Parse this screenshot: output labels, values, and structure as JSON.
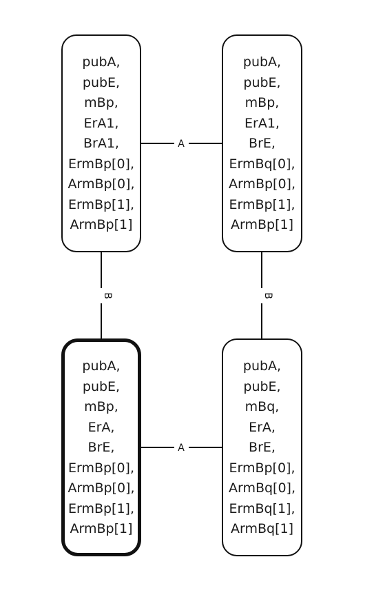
{
  "nodes": [
    {
      "id": "n1",
      "selected": false,
      "lines": [
        "pubA,",
        "pubE,",
        "mBp,",
        "ErA1,",
        "BrA1,",
        "ErmBp[0],",
        "ArmBp[0],",
        "ErmBp[1],",
        "ArmBp[1]"
      ]
    },
    {
      "id": "n2",
      "selected": false,
      "lines": [
        "pubA,",
        "pubE,",
        "mBp,",
        "ErA1,",
        "BrE,",
        "ErmBq[0],",
        "ArmBp[0],",
        "ErmBp[1],",
        "ArmBp[1]"
      ]
    },
    {
      "id": "n3",
      "selected": true,
      "lines": [
        "pubA,",
        "pubE,",
        "mBp,",
        "ErA,",
        "BrE,",
        "ErmBp[0],",
        "ArmBp[0],",
        "ErmBp[1],",
        "ArmBp[1]"
      ]
    },
    {
      "id": "n4",
      "selected": false,
      "lines": [
        "pubA,",
        "pubE,",
        "mBq,",
        "ErA,",
        "BrE,",
        "ErmBp[0],",
        "ArmBq[0],",
        "ErmBq[1],",
        "ArmBq[1]"
      ]
    }
  ],
  "edges": [
    {
      "from": "n1",
      "to": "n2",
      "label": "A"
    },
    {
      "from": "n3",
      "to": "n4",
      "label": "A"
    },
    {
      "from": "n1",
      "to": "n3",
      "label": "B"
    },
    {
      "from": "n2",
      "to": "n4",
      "label": "B"
    }
  ]
}
